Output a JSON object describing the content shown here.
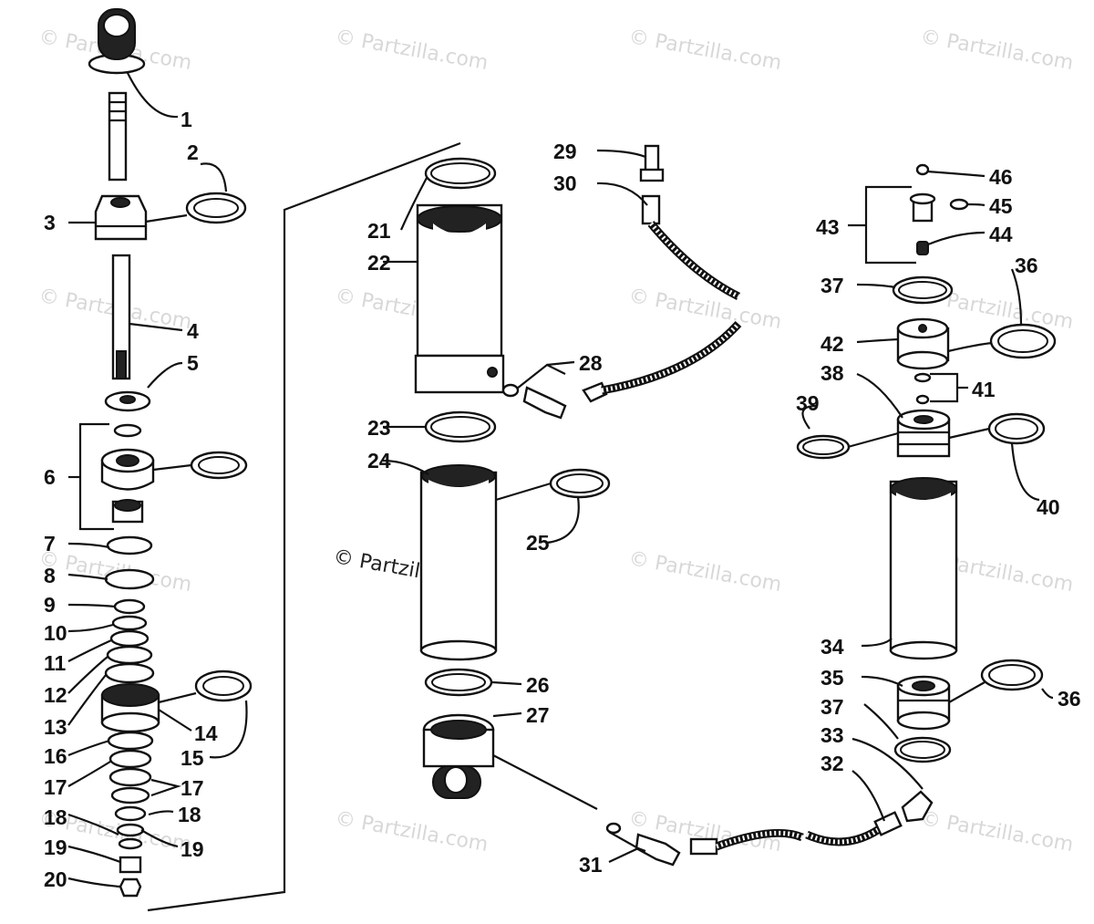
{
  "watermark": {
    "text": "© Partzilla.com",
    "main": "© Partzilla.com"
  },
  "labels": [
    "1",
    "2",
    "3",
    "4",
    "5",
    "6",
    "7",
    "8",
    "9",
    "10",
    "11",
    "12",
    "13",
    "14",
    "15",
    "16",
    "17",
    "17",
    "18",
    "18",
    "19",
    "19",
    "20",
    "21",
    "22",
    "23",
    "24",
    "25",
    "26",
    "27",
    "28",
    "29",
    "30",
    "31",
    "32",
    "33",
    "34",
    "35",
    "36",
    "36",
    "37",
    "37",
    "38",
    "39",
    "40",
    "41",
    "42",
    "43",
    "44",
    "45",
    "46"
  ]
}
